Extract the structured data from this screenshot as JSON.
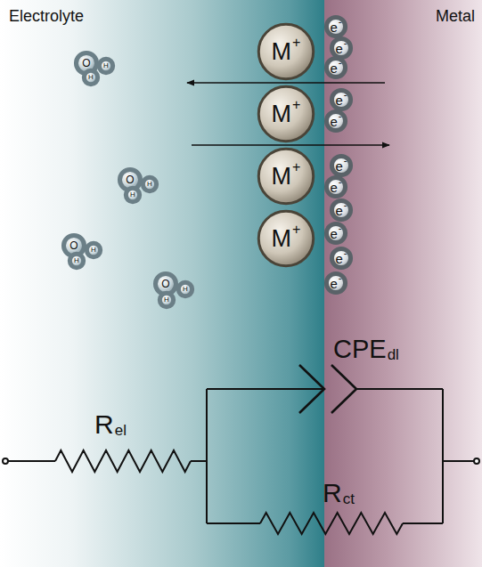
{
  "diagram": {
    "nodes": [
      {
        "text": [
          "M",
          "+"
        ]
      },
      {
        "text": [
          "M",
          "+"
        ]
      },
      {
        "text": [
          "M",
          "+"
        ]
      },
      {
        "text": [
          "M",
          "+"
        ]
      },
      {
        "text": [
          "e",
          "-"
        ]
      },
      {
        "text": [
          "e",
          "-"
        ]
      },
      {
        "text": [
          "e",
          "-"
        ]
      },
      {
        "text": [
          "e",
          "-"
        ]
      },
      {
        "text": [
          "e",
          "-"
        ]
      },
      {
        "text": [
          "e",
          "-"
        ]
      },
      {
        "text": [
          "e",
          "-"
        ]
      },
      {
        "text": [
          "e",
          "-"
        ]
      },
      {
        "text": [
          "e",
          "-"
        ]
      },
      {
        "text": [
          "e",
          "-"
        ]
      },
      {
        "text": [
          "e",
          "-"
        ]
      },
      {
        "text": [
          "O"
        ]
      },
      {
        "text": [
          "H"
        ]
      },
      {
        "text": [
          "H"
        ]
      },
      {
        "text": [
          "O"
        ]
      },
      {
        "text": [
          "H"
        ]
      },
      {
        "text": [
          "H"
        ]
      },
      {
        "text": [
          "O"
        ]
      },
      {
        "text": [
          "H"
        ]
      },
      {
        "text": [
          "H"
        ]
      },
      {
        "text": [
          "O"
        ]
      },
      {
        "text": [
          "H"
        ]
      },
      {
        "text": [
          "H"
        ]
      }
    ],
    "labels": [
      "Electrolyte",
      "Metal",
      "CPE",
      "dl",
      "R",
      "el",
      "R",
      "ct"
    ]
  }
}
